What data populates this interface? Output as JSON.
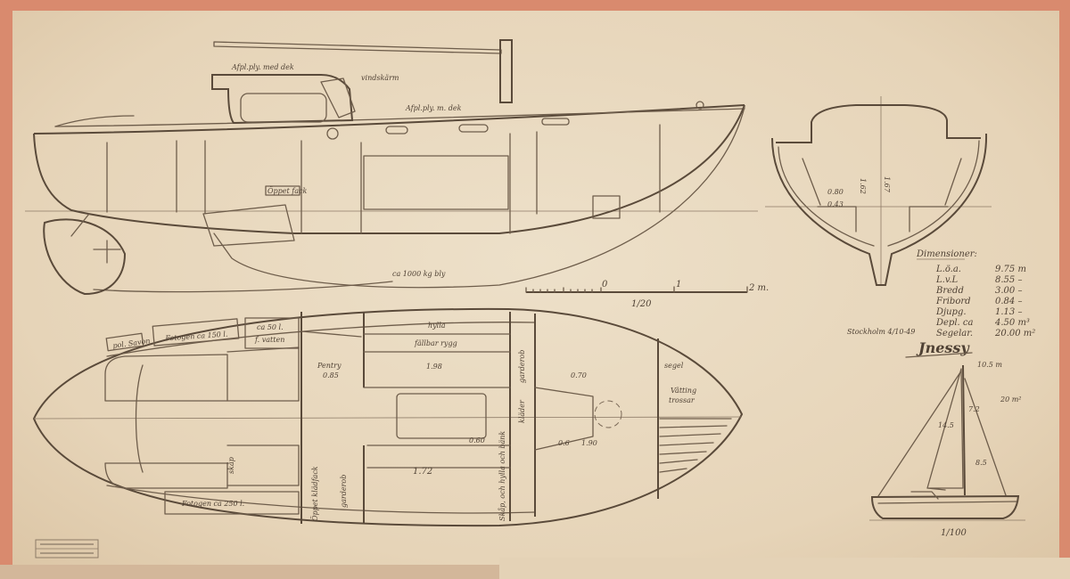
{
  "profile": {
    "labels": {
      "cabin_top": "Afpl.ply. med dek",
      "windshield": "vindskärm",
      "deck": "Afpl.ply. m. dek",
      "open_locker": "Öppet fack",
      "ballast": "ca 1000 kg bly"
    },
    "scale": {
      "zero": "0",
      "one": "1",
      "two": "2 m.",
      "ratio": "1/20"
    }
  },
  "plan": {
    "labels": {
      "pol": "pol. Savon",
      "fuel_top": "Fotogen ca 150 l.",
      "water_qty": "ca 50 l.",
      "water": "f. vatten",
      "pantry": "Pentry",
      "pantry_w": "0.85",
      "shelf": "hylla",
      "backrest": "fällbar rygg",
      "berth_len": "1.98",
      "wardrobe_top": "garderob",
      "clothes": "kläder",
      "sails": "segel",
      "warps": "Vätting",
      "ropes": "trossar",
      "fwd_dim": "0.70",
      "fwd_dim2": "0.6",
      "fwd_berth": "1.90",
      "berth2": "1.72",
      "fuel_bottom": "Fotogen ca 250 l.",
      "open_clothes": "Öppet klädfack",
      "wardrobe_bottom": "garderob",
      "cupboard": "Skåp, och hylla och bänk",
      "locker": "skåp",
      "width_small": "0.60"
    }
  },
  "section": {
    "h1": "1.62",
    "h2": "1.67",
    "w1": "0.80",
    "w2": "0.43"
  },
  "dimensions": {
    "title": "Dimensioner:",
    "rows": [
      {
        "label": "L.ö.a.",
        "value": "9.75 m"
      },
      {
        "label": "L.v.L",
        "value": "8.55 –"
      },
      {
        "label": "Bredd",
        "value": "3.00 –"
      },
      {
        "label": "Fribord",
        "value": "0.84 –"
      },
      {
        "label": "Djupg.",
        "value": "1.13 –"
      },
      {
        "label": "Depl.   ca",
        "value": "4.50 m³"
      },
      {
        "label": "Segelar.",
        "value": "20.00 m²"
      }
    ]
  },
  "place_date": "Stockholm 4/10-49",
  "signature": "Jnessy",
  "sailplan": {
    "mast_height": "10.5 m",
    "area": "20 m²",
    "luff": "14.5",
    "hoist": "8.5",
    "mast_mark": "7.2",
    "scale": "1/100"
  },
  "colors": {
    "paper": "#e9d9c0",
    "border": "#d98a6e",
    "pencil": "#6e5d4b"
  }
}
